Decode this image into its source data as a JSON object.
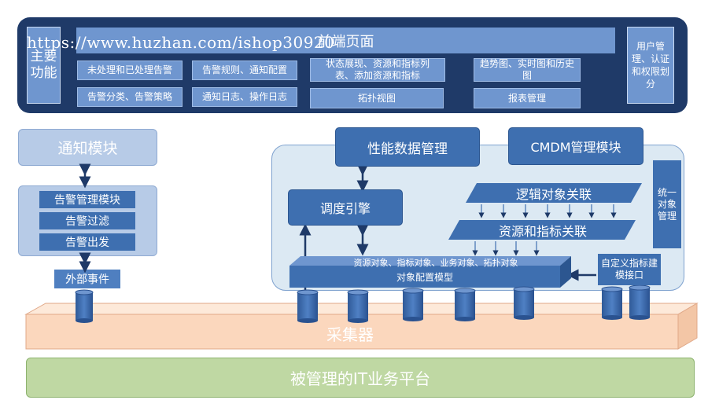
{
  "watermark": "https://www.huzhan.com/ishop30920",
  "frontend": {
    "main_functions": "主要功能",
    "title": "前端页面",
    "items": [
      "未处理和已处理告警",
      "告警分类、告警策略",
      "告警规则、通知配置",
      "通知日志、操作日志",
      "状态展现、资源和指标列表、添加资源和指标",
      "拓扑视图",
      "趋势图、实时图和历史图",
      "报表管理"
    ],
    "user_mgmt": "用户管理、认证和权限划分"
  },
  "left_stack": {
    "notify_module": "通知模块",
    "alarm_items": [
      "告警管理模块",
      "告警过滤",
      "告警出发"
    ],
    "external_event": "外部事件"
  },
  "right_stack": {
    "perf_mgmt": "性能数据管理",
    "cmdm_module": "CMDM管理模块",
    "unified_object_mgmt": "统一对象管理",
    "scheduler": "调度引擎",
    "logic_object_relation": "逻辑对象关联",
    "resource_metric_relation": "资源和指标关联",
    "object_types": "资源对象、指标对象、业务对象、拓扑对象",
    "object_config_model": "对象配置模型",
    "custom_metric": "自定义指标建模接口"
  },
  "collector": "采集器",
  "platform": "被管理的IT业务平台",
  "colors": {
    "navy_panel": "#1f3a68",
    "box_blue": "#3e6fb0",
    "light_blue": "#6f96cf",
    "group_bg": "#dce9f3",
    "collector_orange": "#fbe0cc",
    "platform_green": "#bfd8a3"
  }
}
